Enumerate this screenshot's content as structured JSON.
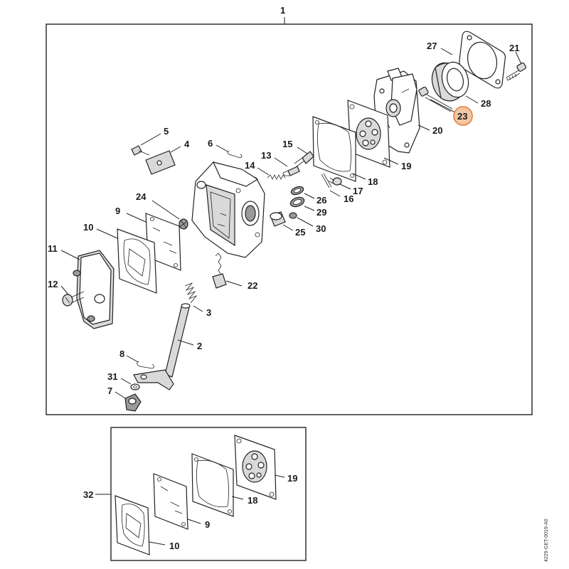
{
  "diagram": {
    "doc_code": "4229-GET-0019-A0",
    "main_assembly_label": "1",
    "kit_label": "32",
    "highlight_color": "#f3c7a5",
    "highlight_stroke": "#e8894a",
    "labels": {
      "p1": "1",
      "p2": "2",
      "p3": "3",
      "p4": "4",
      "p5": "5",
      "p6": "6",
      "p7": "7",
      "p8": "8",
      "p9": "9",
      "p10": "10",
      "p11": "11",
      "p12": "12",
      "p13": "13",
      "p14": "14",
      "p15": "15",
      "p16": "16",
      "p17": "17",
      "p18": "18",
      "p19": "19",
      "p20": "20",
      "p21": "21",
      "p22": "22",
      "p23": "23",
      "p24": "24",
      "p25": "25",
      "p26": "26",
      "p27": "27",
      "p28": "28",
      "p29": "29",
      "p30": "30",
      "p31": "31",
      "p32": "32",
      "k9": "9",
      "k10": "10",
      "k18": "18",
      "k19": "19"
    }
  }
}
